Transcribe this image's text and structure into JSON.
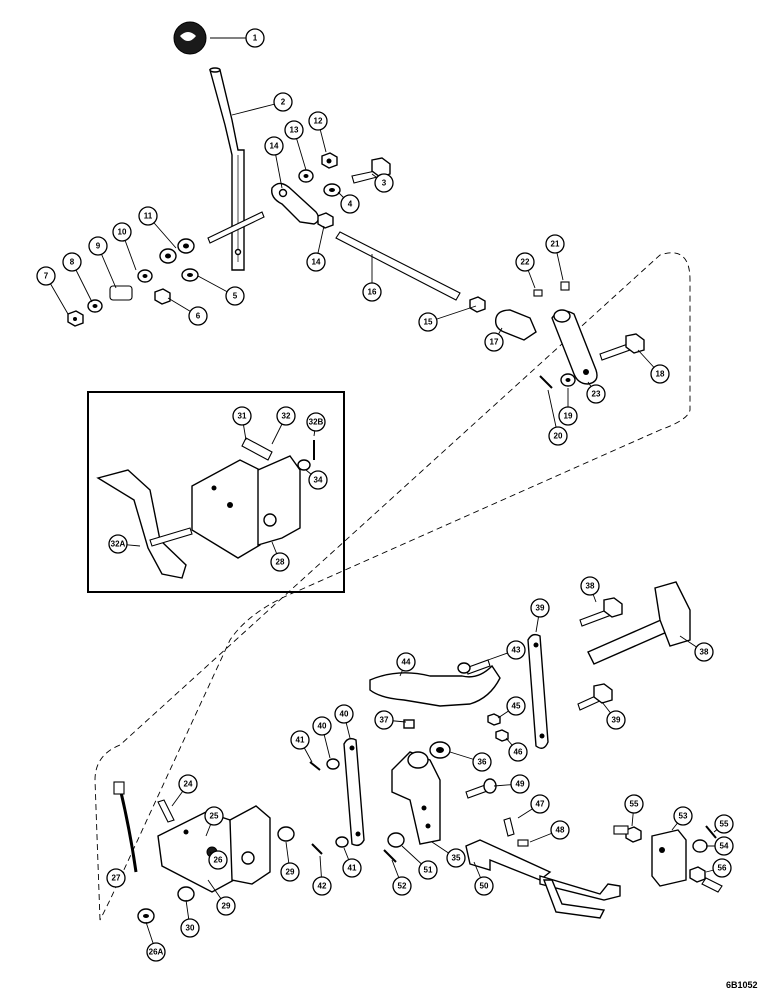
{
  "callouts": [
    "1",
    "2",
    "3",
    "4",
    "5",
    "6",
    "7",
    "8",
    "9",
    "10",
    "11",
    "12",
    "13",
    "14",
    "14",
    "15",
    "16",
    "17",
    "18",
    "19",
    "20",
    "21",
    "22",
    "23",
    "24",
    "25",
    "26",
    "26A",
    "27",
    "28",
    "29",
    "29",
    "30",
    "31",
    "32",
    "32A",
    "32B",
    "34",
    "35",
    "36",
    "37",
    "38",
    "38",
    "39",
    "39",
    "40",
    "40",
    "41",
    "41",
    "42",
    "43",
    "44",
    "45",
    "46",
    "47",
    "48",
    "49",
    "50",
    "51",
    "52",
    "53",
    "54",
    "55",
    "55",
    "56"
  ],
  "document_code": "6B1052"
}
